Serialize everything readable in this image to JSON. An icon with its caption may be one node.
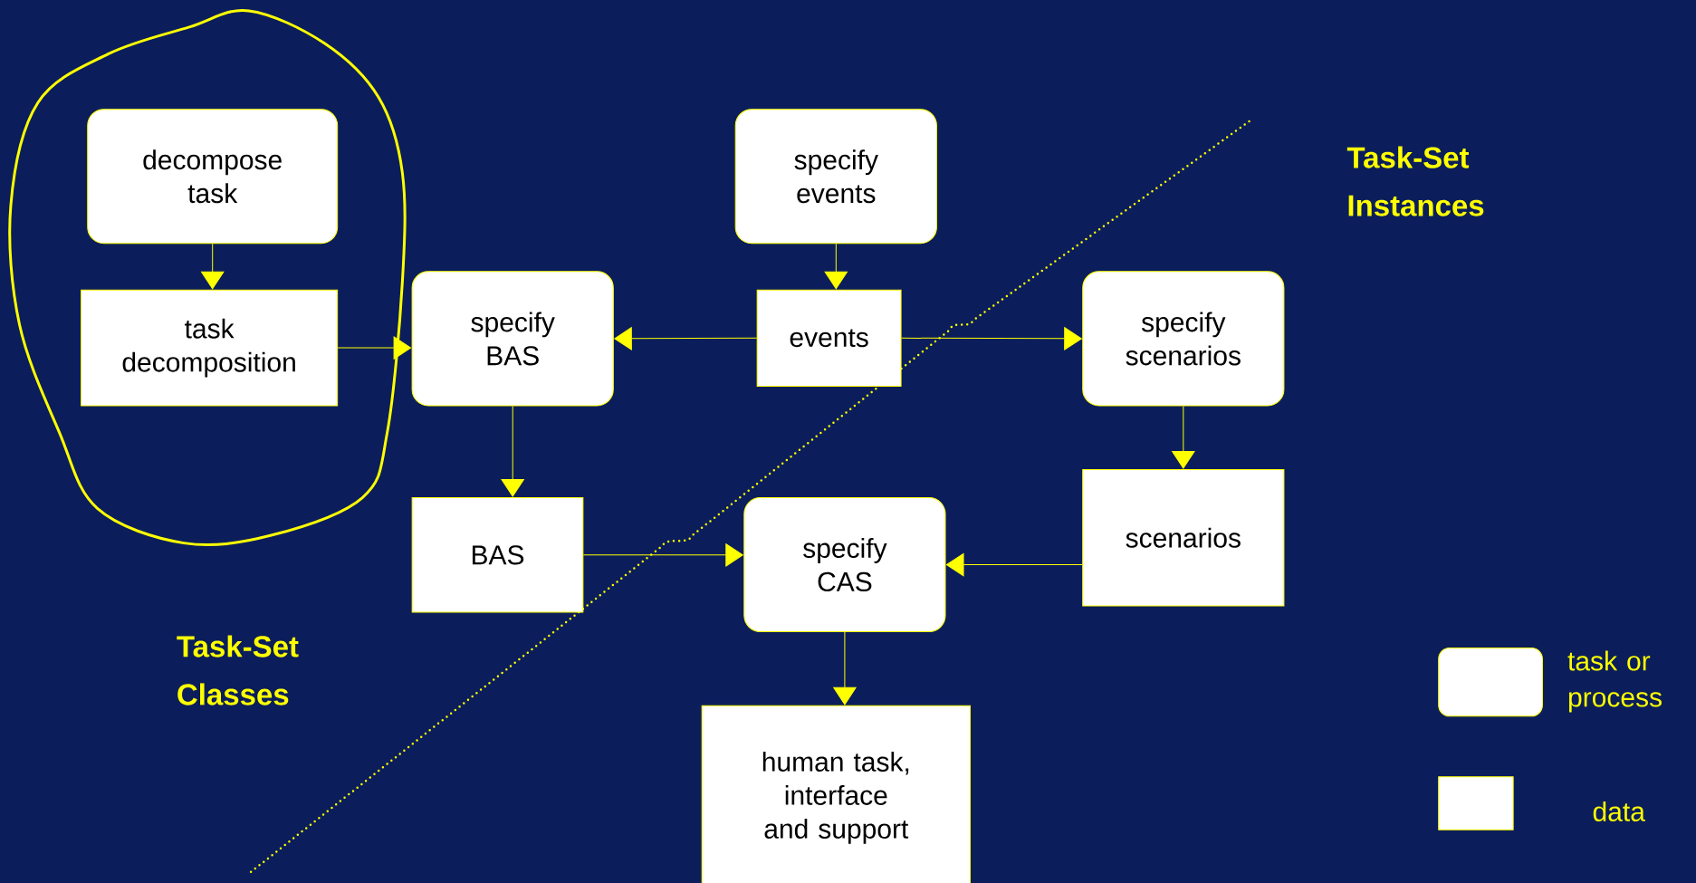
{
  "diagram": {
    "nodes": [
      {
        "text": [],
        "shape": "circle"
      },
      {
        "text": [
          "decompose task"
        ],
        "in": 0
      },
      {
        "text": [
          "task decomposition"
        ],
        "in": 0
      },
      {
        "text": [
          "specify BAS"
        ]
      },
      {
        "text": [
          "specify events"
        ]
      },
      {
        "text": [
          "events"
        ]
      },
      {
        "text": [
          "specify scenarios"
        ]
      },
      {
        "text": [
          "BAS"
        ]
      },
      {
        "text": [
          "specify CAS"
        ]
      },
      {
        "text": [
          "scenarios"
        ]
      },
      {
        "text": [
          "human task, interface and support"
        ]
      }
    ],
    "edges": [
      {
        "from": 1,
        "to": 2,
        "arrow": "to"
      },
      {
        "from": 2,
        "to": 3,
        "arrow": "to"
      },
      {
        "from": 4,
        "to": 5,
        "arrow": "to"
      },
      {
        "from": 5,
        "to": 3,
        "arrow": "to"
      },
      {
        "from": 5,
        "to": 6,
        "arrow": "to"
      },
      {
        "from": 3,
        "to": 7,
        "arrow": "to"
      },
      {
        "from": 7,
        "to": 8,
        "arrow": "to"
      },
      {
        "from": 6,
        "to": 9,
        "arrow": "to"
      },
      {
        "from": 9,
        "to": 8,
        "arrow": "to"
      },
      {
        "from": 8,
        "to": 10,
        "arrow": "to"
      }
    ],
    "labels": [
      "Task-Set Instances",
      "Task-Set Classes"
    ],
    "legend": [
      {
        "text": "task or process"
      },
      {
        "text": "data"
      }
    ]
  }
}
